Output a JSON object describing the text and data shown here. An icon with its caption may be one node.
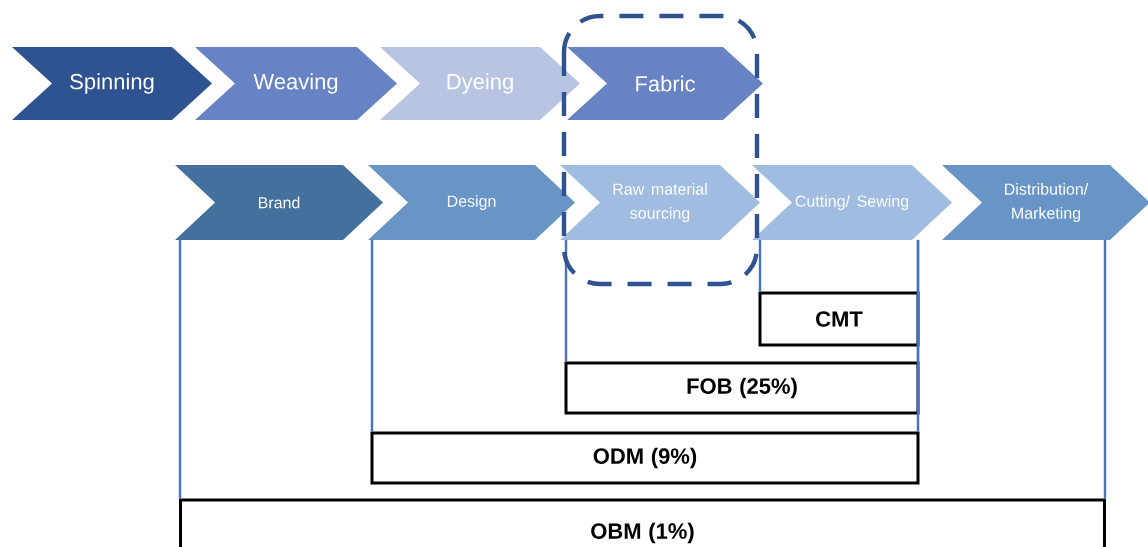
{
  "diagram": {
    "nodes": [
      {
        "text": [
          "Spinning"
        ]
      },
      {
        "text": [
          "Weaving"
        ]
      },
      {
        "text": [
          "Dyeing"
        ]
      },
      {
        "text": [
          "Fabric"
        ]
      },
      {
        "text": [
          "Brand"
        ]
      },
      {
        "text": [
          "Design"
        ]
      },
      {
        "text": [
          "Raw material sourcing"
        ]
      },
      {
        "text": [
          "Cutting/ Sewing"
        ]
      },
      {
        "text": [
          "Distribution/ Marketing"
        ]
      },
      {
        "text": [
          "CMT"
        ]
      },
      {
        "text": [
          "FOB (25%)"
        ]
      },
      {
        "text": [
          "ODM (9%)"
        ]
      },
      {
        "text": [
          "OBM (1%)"
        ]
      }
    ],
    "edges": [
      {
        "from": 7,
        "to": 9,
        "arrow": "none"
      },
      {
        "from": 6,
        "to": 10,
        "arrow": "none"
      },
      {
        "from": 7,
        "to": 10,
        "arrow": "none"
      },
      {
        "from": 5,
        "to": 11,
        "arrow": "none"
      },
      {
        "from": 7,
        "to": 11,
        "arrow": "none"
      },
      {
        "from": 4,
        "to": 12,
        "arrow": "none"
      },
      {
        "from": 8,
        "to": 12,
        "arrow": "none"
      }
    ]
  }
}
